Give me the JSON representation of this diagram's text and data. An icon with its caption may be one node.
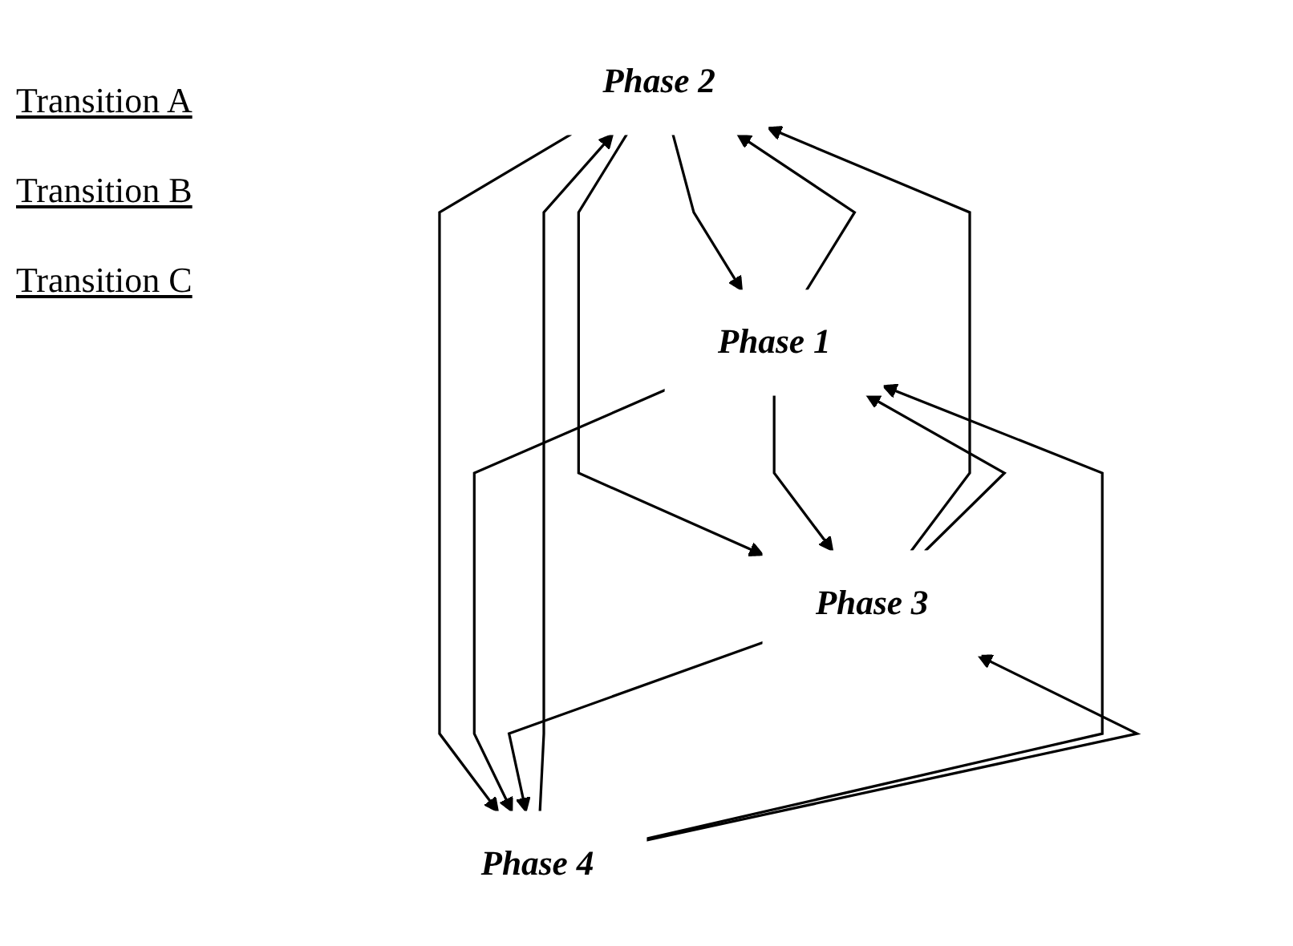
{
  "diagram": {
    "nodes": [
      {
        "text": [
          "Phase 2"
        ]
      },
      {
        "text": [
          "Phase 1"
        ]
      },
      {
        "text": [
          "Phase 3"
        ]
      },
      {
        "text": [
          "Phase 4"
        ]
      }
    ],
    "edges": [
      {
        "from": 1,
        "to": 0,
        "arrow": "to"
      },
      {
        "from": 0,
        "to": 1,
        "arrow": "to"
      },
      {
        "from": 2,
        "to": 0,
        "arrow": "to"
      },
      {
        "from": 0,
        "to": 2,
        "arrow": "to"
      },
      {
        "from": 1,
        "to": 2,
        "arrow": "to"
      },
      {
        "from": 2,
        "to": 1,
        "arrow": "to"
      },
      {
        "from": 0,
        "to": 3,
        "arrow": "to"
      },
      {
        "from": 3,
        "to": 0,
        "arrow": "to"
      },
      {
        "from": 1,
        "to": 3,
        "arrow": "to"
      },
      {
        "from": 3,
        "to": 1,
        "arrow": "to"
      },
      {
        "from": 3,
        "to": 2,
        "arrow": "to"
      },
      {
        "from": 2,
        "to": 3,
        "arrow": "to"
      }
    ],
    "labels": [
      "Transition A",
      "Transition B",
      "Transition C"
    ]
  }
}
